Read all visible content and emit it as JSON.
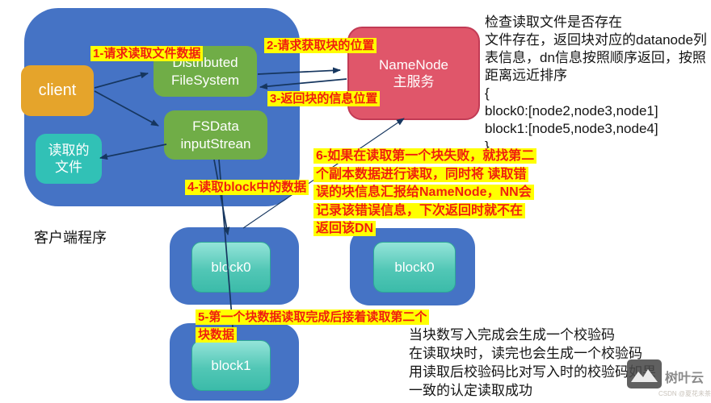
{
  "nodes": {
    "client": "client",
    "read_file": "读取的\n文件",
    "distributed_fs": "Distributed\nFileSystem",
    "fsdata": "FSData\ninputStrean",
    "namenode": "NameNode\n主服务",
    "block0_left": "block0",
    "block0_right": "block0",
    "block1": "block1"
  },
  "steps": [
    {
      "text": "1-请求读取文件数据"
    },
    {
      "text": "2-请求获取块的位置"
    },
    {
      "text": "3-返回块的信息位置"
    },
    {
      "text": "4-读取block中的数据"
    },
    {
      "text": "5-第一个块数据读取完成后接着读取第二个\n块数据"
    },
    {
      "text": "6-如果在读取第一个块失败，就找第二\n个副本数据进行读取，同时将 读取错\n误的块信息汇报给NameNode，NN会\n记录该错误信息，下次返回时就不在\n返回该DN"
    }
  ],
  "annotations": {
    "client_program": "客户端程序",
    "namenode_note": "检查读取文件是否存在\n文件存在，返回块对应的datanode列\n表信息，dn信息按照顺序返回，按照\n距离远近排序\n{\nblock0:[node2,node3,node1]\nblock1:[node5,node3,node4]\n}",
    "checksum_note": "当块数写入完成会生成一个校验码\n在读取块时，读完也会生成一个校验码\n用读取后校验码比对写入时的校验码如果\n一致的认定读取成功"
  },
  "watermark": {
    "brand": "树叶云",
    "credit": "CSDN @夏花未茶"
  },
  "colors": {
    "container_blue": "#4573C5",
    "client_orange": "#E5A42B",
    "process_green": "#70AD47",
    "namenode_red": "#E0566A",
    "teal": "#31C1B6",
    "block_teal_top": "#94E4D9",
    "block_teal_bottom": "#3BBBA9",
    "highlight_yellow": "#FFFF00",
    "step_text_red": "#F01E0F",
    "arrow_navy": "#16365F"
  }
}
